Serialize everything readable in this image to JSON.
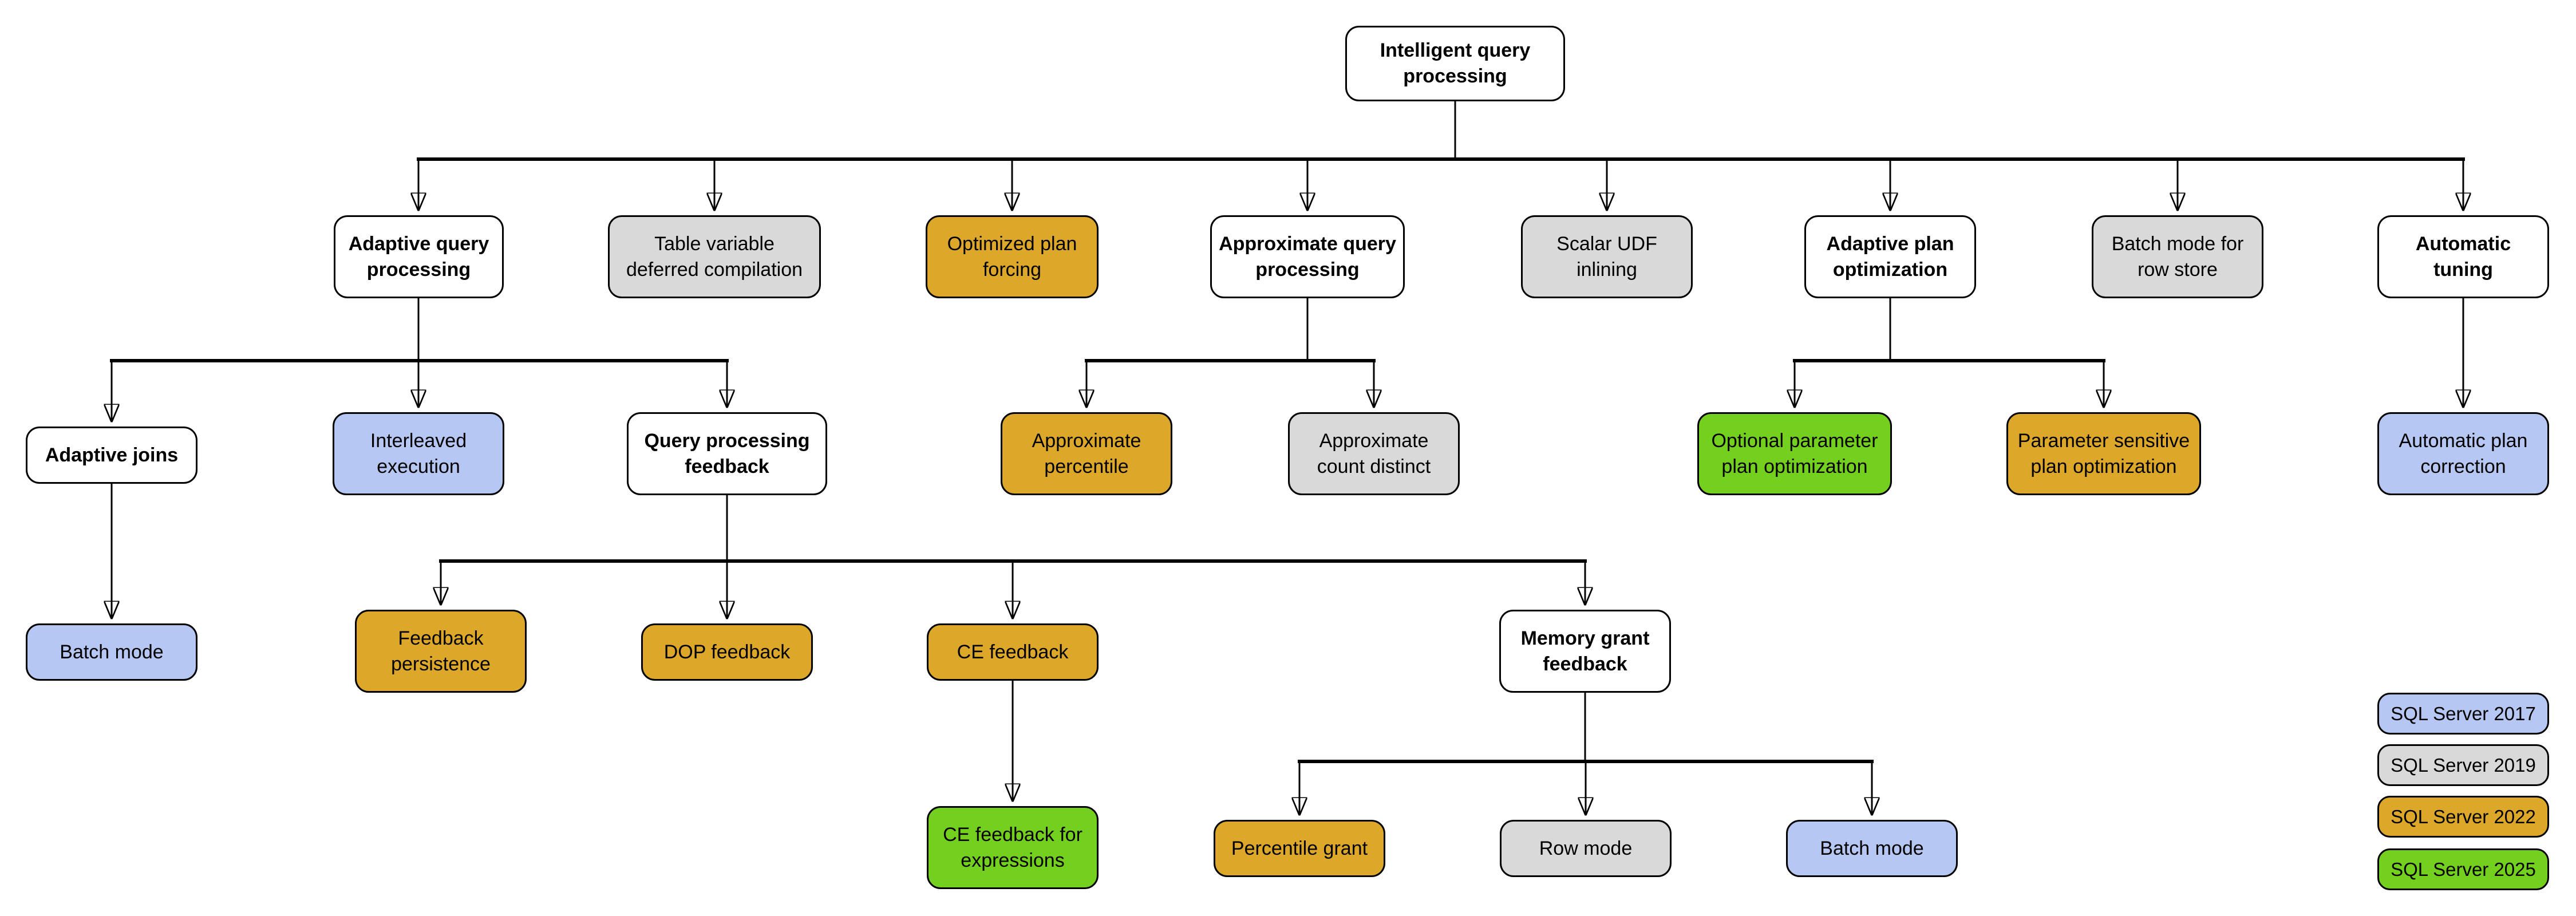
{
  "colors": {
    "category": "#ffffff",
    "2017": "#b5c7f2",
    "2019": "#d9d9d9",
    "2022": "#dda829",
    "2025": "#74d01f"
  },
  "nodes": {
    "root": {
      "label": "Intelligent query processing",
      "version": "category"
    },
    "adaptive_query_processing": {
      "label": "Adaptive query processing",
      "version": "category"
    },
    "table_variable_deferred_compilation": {
      "label": "Table variable deferred compilation",
      "version": "2019"
    },
    "optimized_plan_forcing": {
      "label": "Optimized plan forcing",
      "version": "2022"
    },
    "approximate_query_processing": {
      "label": "Approximate query processing",
      "version": "category"
    },
    "scalar_udf_inlining": {
      "label": "Scalar UDF inlining",
      "version": "2019"
    },
    "adaptive_plan_optimization": {
      "label": "Adaptive plan optimization",
      "version": "category"
    },
    "batch_mode_for_row_store": {
      "label": "Batch mode for row store",
      "version": "2019"
    },
    "automatic_tuning": {
      "label": "Automatic tuning",
      "version": "category"
    },
    "adaptive_joins": {
      "label": "Adaptive joins",
      "version": "category"
    },
    "interleaved_execution": {
      "label": "Interleaved execution",
      "version": "2017"
    },
    "query_processing_feedback": {
      "label": "Query processing feedback",
      "version": "category"
    },
    "approximate_percentile": {
      "label": "Approximate percentile",
      "version": "2022"
    },
    "approximate_count_distinct": {
      "label": "Approximate count distinct",
      "version": "2019"
    },
    "optional_parameter_plan_optimization": {
      "label": "Optional parameter plan optimization",
      "version": "2025"
    },
    "parameter_sensitive_plan_optimization": {
      "label": "Parameter sensitive plan optimization",
      "version": "2022"
    },
    "automatic_plan_correction": {
      "label": "Automatic plan correction",
      "version": "2017"
    },
    "batch_mode_adaptive": {
      "label": "Batch mode",
      "version": "2017"
    },
    "feedback_persistence": {
      "label": "Feedback persistence",
      "version": "2022"
    },
    "dop_feedback": {
      "label": "DOP feedback",
      "version": "2022"
    },
    "ce_feedback": {
      "label": "CE feedback",
      "version": "2022"
    },
    "memory_grant_feedback": {
      "label": "Memory grant feedback",
      "version": "category"
    },
    "ce_feedback_for_expressions": {
      "label": "CE feedback for expressions",
      "version": "2025"
    },
    "percentile_grant": {
      "label": "Percentile grant",
      "version": "2022"
    },
    "row_mode": {
      "label": "Row mode",
      "version": "2019"
    },
    "batch_mode_mgf": {
      "label": "Batch mode",
      "version": "2017"
    }
  },
  "legend": [
    {
      "label": "SQL Server 2017",
      "version": "2017"
    },
    {
      "label": "SQL Server 2019",
      "version": "2019"
    },
    {
      "label": "SQL Server 2022",
      "version": "2022"
    },
    {
      "label": "SQL Server 2025",
      "version": "2025"
    }
  ]
}
